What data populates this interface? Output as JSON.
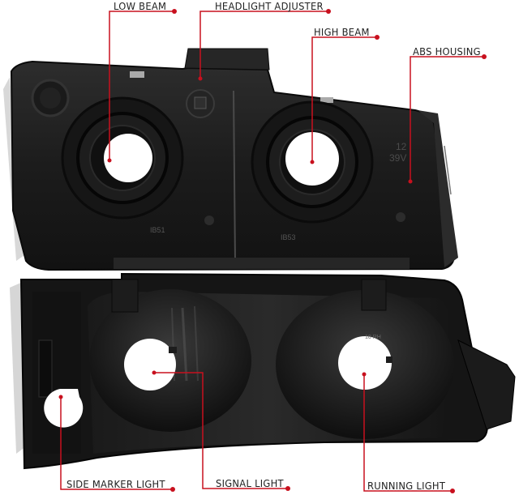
{
  "callouts": {
    "low_beam": {
      "label": "LOW BEAM"
    },
    "headlight_adjuster": {
      "label": "HEADLIGHT ADJUSTER"
    },
    "high_beam": {
      "label": "HIGH BEAM"
    },
    "abs_housing": {
      "label": "ABS HOUSING"
    },
    "side_marker_light": {
      "label": "SIDE MARKER LIGHT"
    },
    "signal_light": {
      "label": "SIGNAL LIGHT"
    },
    "running_light": {
      "label": "RUNNING LIGHT"
    }
  },
  "embossed": {
    "voltage": "12\n39V",
    "mark_left": "IB51",
    "mark_right": "IB53"
  },
  "colors": {
    "callout_line": "#c8101e",
    "housing": "#1e1e1e",
    "housing_highlight": "#3a3a3a",
    "background": "#ffffff"
  }
}
